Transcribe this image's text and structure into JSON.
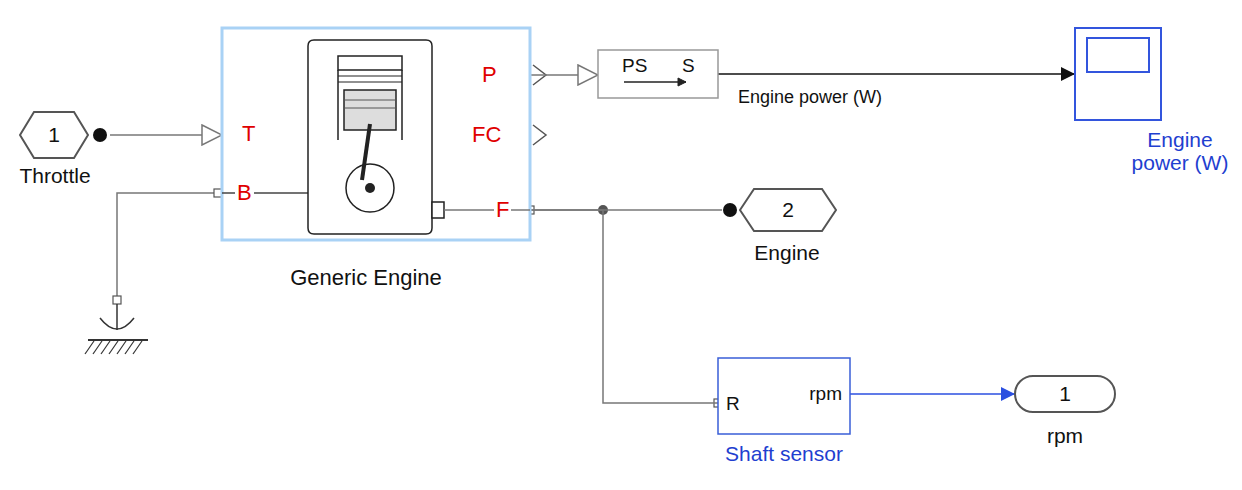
{
  "diagram": {
    "nodes": [
      {
        "text": [
          "1",
          "Throttle"
        ]
      },
      {
        "text": [
          "Generic Engine"
        ]
      },
      {
        "text": [
          "PS",
          "S"
        ]
      },
      {
        "text": [
          "Engine power (W)"
        ]
      },
      {
        "text": [
          "2",
          "Engine"
        ]
      },
      {
        "text": [
          "R",
          "rpm",
          "Shaft sensor"
        ]
      },
      {
        "text": [
          "1",
          "rpm"
        ]
      }
    ],
    "edges": [
      {
        "from": 0,
        "to": 1,
        "arrow": "to"
      },
      {
        "from": 1,
        "to": 2,
        "arrow": "to"
      },
      {
        "from": 2,
        "to": 3,
        "arrow": "to",
        "label": "Engine power (W)"
      },
      {
        "from": 1,
        "to": 4,
        "arrow": "none"
      },
      {
        "from": 1,
        "to": 5,
        "arrow": "none"
      },
      {
        "from": 5,
        "to": 6,
        "arrow": "to"
      }
    ],
    "labels": [
      "T",
      "B",
      "P",
      "FC",
      "F"
    ]
  }
}
